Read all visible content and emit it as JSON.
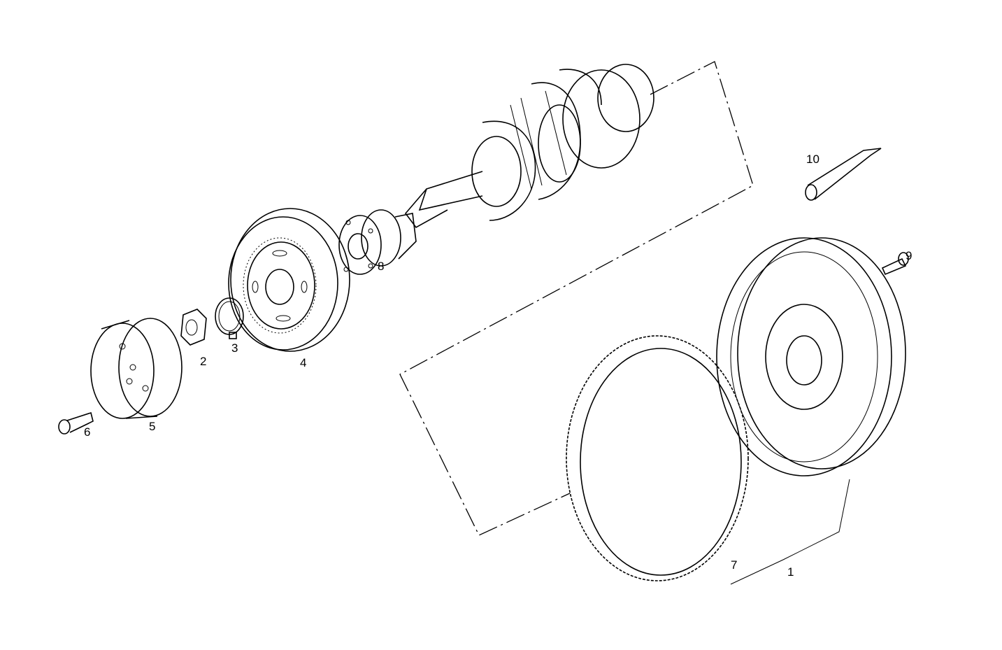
{
  "diagram": {
    "labels": {
      "p1": "1",
      "p2": "2",
      "p3": "3",
      "p4": "4",
      "p5": "5",
      "p6": "6",
      "p7": "7",
      "p8": "8",
      "p9": "9",
      "p10": "10"
    },
    "line_color": "#000000",
    "background": "#ffffff"
  }
}
